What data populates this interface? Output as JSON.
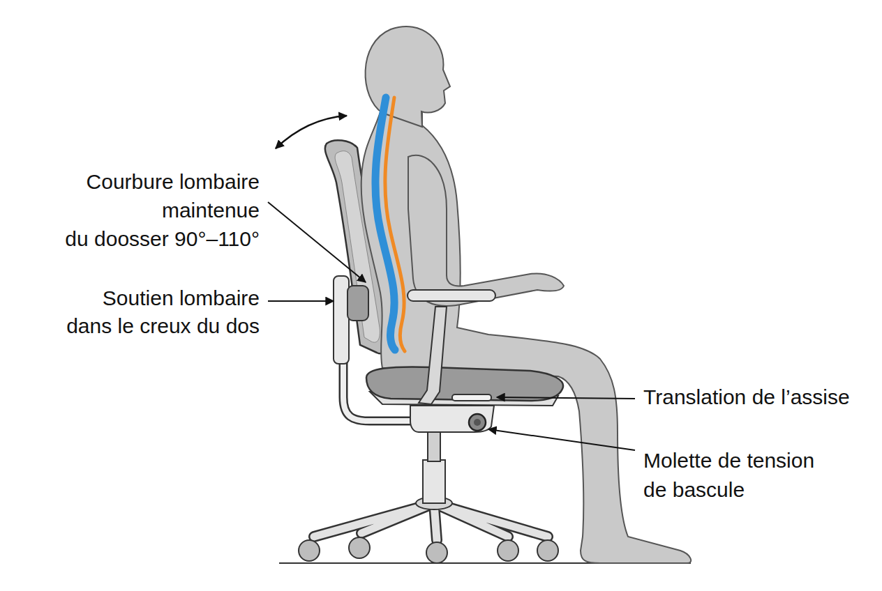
{
  "diagram": {
    "labels": [
      "Courbure lombaire maintenue du doosser 90°–110°",
      "Soutien lombaire dans le creux du dos",
      "Translation de l’assise",
      "Molette de tension de bascule"
    ]
  }
}
